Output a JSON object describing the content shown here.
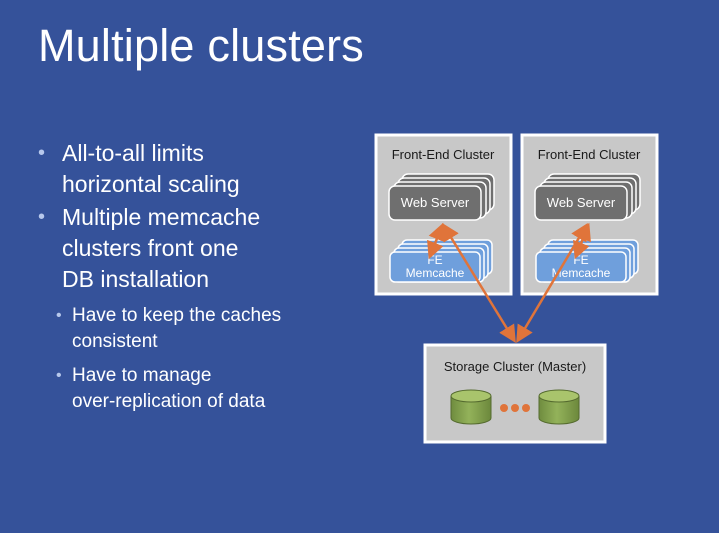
{
  "slide": {
    "title": "Multiple clusters",
    "bullets": [
      {
        "level": 1,
        "lines": [
          "All-to-all limits",
          "horizontal scaling"
        ]
      },
      {
        "level": 1,
        "lines": [
          "Multiple memcache",
          "clusters front one",
          "DB installation"
        ]
      },
      {
        "level": 2,
        "lines": [
          "Have to keep the caches",
          "consistent"
        ]
      },
      {
        "level": 2,
        "lines": [
          "Have to manage",
          "over-replication of data"
        ]
      }
    ]
  },
  "diagram": {
    "clusters": [
      {
        "label": "Front-End Cluster",
        "web_server": "Web Server",
        "memcache_lines": [
          "FE",
          "Memcache"
        ]
      },
      {
        "label": "Front-End Cluster",
        "web_server": "Web Server",
        "memcache_lines": [
          "FE",
          "Memcache"
        ]
      }
    ],
    "storage": {
      "label": "Storage Cluster (Master)"
    },
    "colors": {
      "background": "#35529a",
      "box": "#c8c8c8",
      "web_server": "#6f6f6f",
      "memcache": "#6f9fdc",
      "arrow": "#e0743a",
      "database": "#8dab56"
    }
  }
}
